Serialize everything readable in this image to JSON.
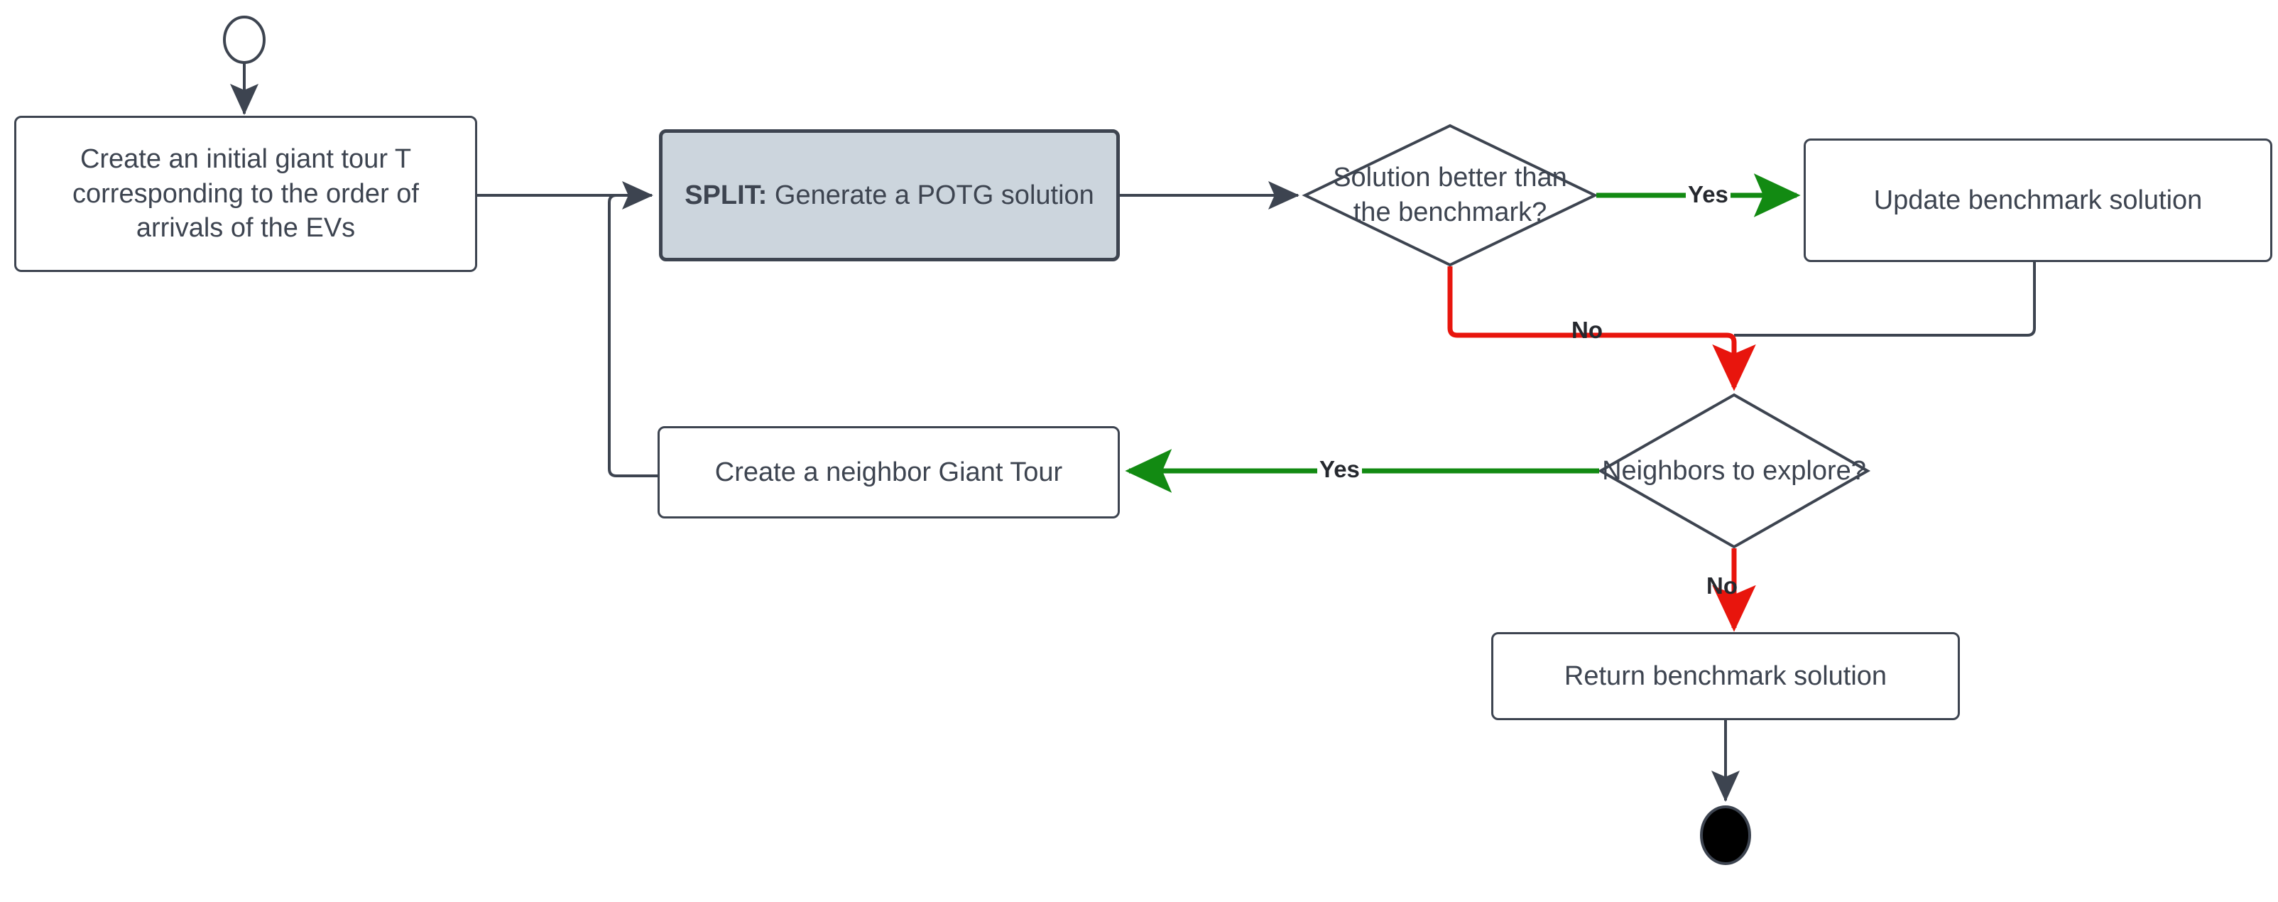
{
  "diagram": {
    "title": "Giant tour / SPLIT metaheuristic flowchart",
    "colors": {
      "stroke": "#3d4450",
      "yes": "#128a12",
      "no": "#e8150d",
      "highlight_fill": "#ccd5dd",
      "text": "#3d4450",
      "label_text": "#25282e",
      "background": "#ffffff"
    },
    "nodes": {
      "start": {
        "type": "start-ellipse",
        "label": ""
      },
      "initial_tour": {
        "type": "process",
        "label": "Create an initial giant tour T corresponding to the order of arrivals of the EVs"
      },
      "split": {
        "type": "process-highlighted",
        "label_strong": "SPLIT:",
        "label_rest": " Generate a POTG solution"
      },
      "better_decision": {
        "type": "decision",
        "line1": "Solution better than",
        "line2": "the benchmark?"
      },
      "update_benchmark": {
        "type": "process",
        "label": "Update benchmark solution"
      },
      "neighbors_decision": {
        "type": "decision",
        "line1": "Neighbors to explore?"
      },
      "neighbor_tour": {
        "type": "process",
        "label": "Create a neighbor Giant Tour"
      },
      "return_benchmark": {
        "type": "process",
        "label": "Return benchmark solution"
      },
      "end": {
        "type": "end-ellipse",
        "label": ""
      }
    },
    "edge_labels": {
      "better_yes": "Yes",
      "better_no": "No",
      "neighbors_yes": "Yes",
      "neighbors_no": "No"
    },
    "edges": [
      {
        "from": "start",
        "to": "initial_tour",
        "label": "",
        "color": "stroke"
      },
      {
        "from": "initial_tour",
        "to": "split",
        "label": "",
        "color": "stroke"
      },
      {
        "from": "split",
        "to": "better_decision",
        "label": "",
        "color": "stroke"
      },
      {
        "from": "better_decision",
        "to": "update_benchmark",
        "label": "Yes",
        "color": "yes"
      },
      {
        "from": "better_decision",
        "to": "neighbors_decision",
        "label": "No",
        "color": "no"
      },
      {
        "from": "update_benchmark",
        "to": "neighbors_decision",
        "label": "",
        "color": "stroke"
      },
      {
        "from": "neighbors_decision",
        "to": "neighbor_tour",
        "label": "Yes",
        "color": "yes"
      },
      {
        "from": "neighbors_decision",
        "to": "return_benchmark",
        "label": "No",
        "color": "no"
      },
      {
        "from": "neighbor_tour",
        "to": "split",
        "label": "",
        "color": "stroke"
      },
      {
        "from": "return_benchmark",
        "to": "end",
        "label": "",
        "color": "stroke"
      }
    ]
  }
}
